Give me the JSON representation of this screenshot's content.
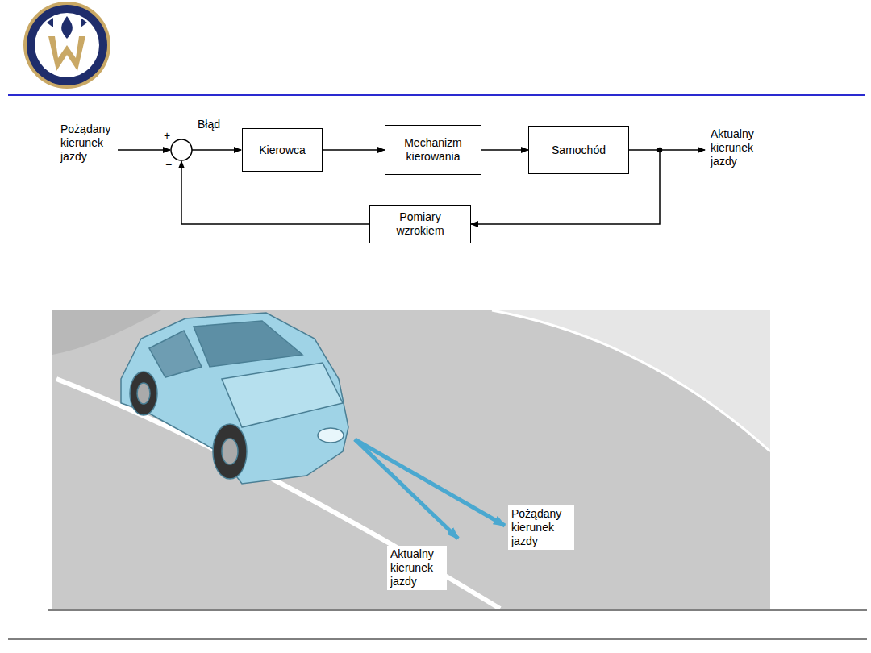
{
  "diagram": {
    "nodes": [
      {
        "text": [
          "Kierowca"
        ]
      },
      {
        "text": [
          "Mechanizm kierowania"
        ]
      },
      {
        "text": [
          "Samochód"
        ]
      },
      {
        "text": [
          "Pomiary wzrokiem"
        ]
      }
    ],
    "edges": [
      {
        "from": 0,
        "to": 1,
        "arrow": "to"
      },
      {
        "from": 1,
        "to": 2,
        "arrow": "to"
      },
      {
        "from": 2,
        "to": 3,
        "arrow": "to"
      }
    ],
    "labels": [
      "Pożądany kierunek jazdy",
      "+",
      "−",
      "Błąd",
      "Aktualny kierunek jazdy",
      "Pożądany kierunek jazdy",
      "Aktualny kierunek jazdy"
    ]
  }
}
